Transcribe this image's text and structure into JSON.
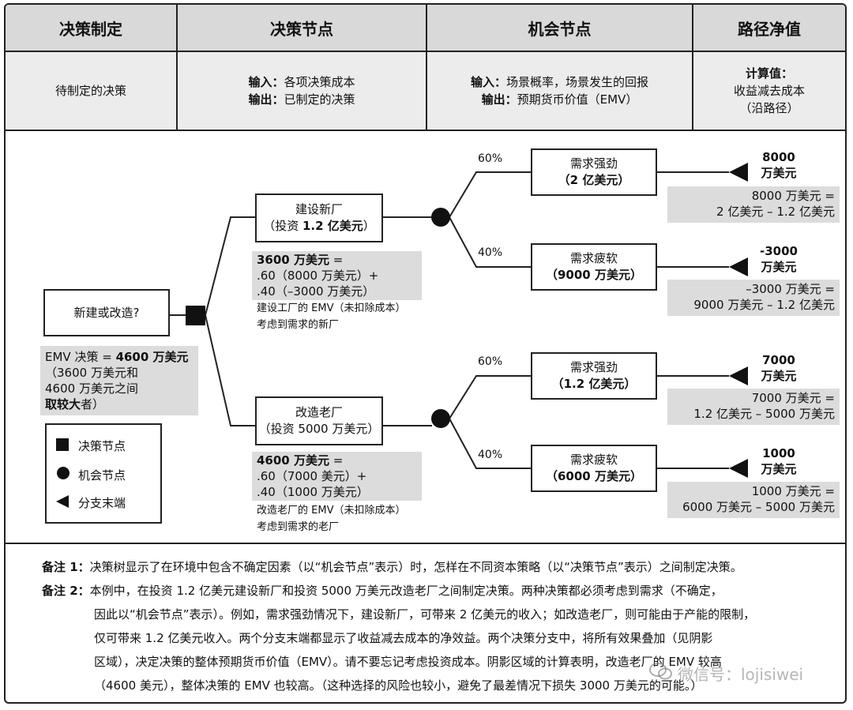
{
  "header": {
    "col1": "决策制定",
    "col2": "决策节点",
    "col3": "机会节点",
    "col4": "路径净值"
  },
  "desc": {
    "col1": "待制定的决策",
    "col2_in_label": "输入：",
    "col2_in_text": "各项决策成本",
    "col2_out_label": "输出：",
    "col2_out_text": "已制定的决策",
    "col3_in_label": "输入：",
    "col3_in_text": "场景概率，场景发生的回报",
    "col3_out_label": "输出：",
    "col3_out_text": "预期货币价值（EMV）",
    "col4_label": "计算值：",
    "col4_line2": "收益减去成本",
    "col4_line3": "（沿路径）"
  },
  "tree": {
    "root_label": "新建或改造?",
    "root_emv_prefix": "EMV 决策 = ",
    "root_emv_value": "4600 万美元",
    "root_emv_line2": "（3600 万美元和",
    "root_emv_line3": "4600 万美元之间",
    "root_emv_line4_bold": "取较大",
    "root_emv_line4_rest": "者）",
    "build": {
      "line1": "建设新厂",
      "line2_prefix": "（投资 ",
      "line2_bold": "1.2 亿美元",
      "line2_suffix": "）",
      "calc_bold": "3600 万美元",
      "calc_eq": " =",
      "calc_line2": ".60（8000 万美元）+",
      "calc_line3": ".40（–3000 万美元）",
      "note1": "建设工厂的 EMV（未扣除成本）",
      "note2": "考虑到需求的新厂"
    },
    "renovate": {
      "line1": "改造老厂",
      "line2": "（投资 5000 万美元）",
      "calc_bold": "4600 万美元",
      "calc_eq": " =",
      "calc_line2": ".60（7000 美元）+",
      "calc_line3": ".40（1000 万美元）",
      "note1": "改造老厂的 EMV（未扣除成本）",
      "note2": "考虑到需求的老厂"
    },
    "outcomes": [
      {
        "pct": "60%",
        "line1": "需求强劲",
        "line2": "（2 亿美元）",
        "end1": "8000",
        "end2": "万美元",
        "calc1": "8000 万美元 =",
        "calc2": "2 亿美元 – 1.2 亿美元"
      },
      {
        "pct": "40%",
        "line1": "需求疲软",
        "line2": "（9000 万美元）",
        "end1": "-3000",
        "end2": "万美元",
        "calc1": "–3000 万美元 =",
        "calc2": "9000 万美元 – 1.2 亿美元"
      },
      {
        "pct": "60%",
        "line1": "需求强劲",
        "line2": "（1.2 亿美元）",
        "end1": "7000",
        "end2": "万美元",
        "calc1": "7000 万美元 =",
        "calc2": "1.2 亿美元 – 5000 万美元"
      },
      {
        "pct": "40%",
        "line1": "需求疲软",
        "line2": "（6000 万美元）",
        "end1": "1000",
        "end2": "万美元",
        "calc1": "1000 万美元 =",
        "calc2": "6000 万美元 – 5000 万美元"
      }
    ]
  },
  "legend": {
    "decision": "决策节点",
    "chance": "机会节点",
    "branch_end": "分支末端"
  },
  "notes": {
    "n1_label": "备注 1：",
    "n1_text": "决策树显示了在环境中包含不确定因素（以“机会节点”表示）时，怎样在不同资本策略（以“决策节点”表示）之间制定决策。",
    "n2_label": "备注 2：",
    "n2_line1": "本例中，在投资 1.2 亿美元建设新厂和投资 5000 万美元改造老厂之间制定决策。两种决策都必须考虑到需求（不确定，",
    "n2_line2": "因此以“机会节点”表示）。例如，需求强劲情况下，建设新厂，可带来 2 亿美元的收入；如改造老厂，则可能由于产能的限制，",
    "n2_line3": "仅可带来 1.2 亿美元收入。两个分支末端都显示了收益减去成本的净效益。两个决策分支中，将所有效果叠加（见阴影",
    "n2_line4": "区域），决定决策的整体预期货币价值（EMV）。请不要忘记考虑投资成本。阴影区域的计算表明，改造老厂的 EMV 较高",
    "n2_line5": "（4600 美元），整体决策的 EMV 也较高。（这种选择的风险也较小，避免了最差情况下损失 3000 万美元的可能。）"
  },
  "watermark": "微信号：lojisiwei",
  "colors": {
    "header_bg": "#d9d9d9",
    "desc_bg": "#ececec",
    "shade_bg": "#dcdcdc",
    "ink": "#111111"
  }
}
